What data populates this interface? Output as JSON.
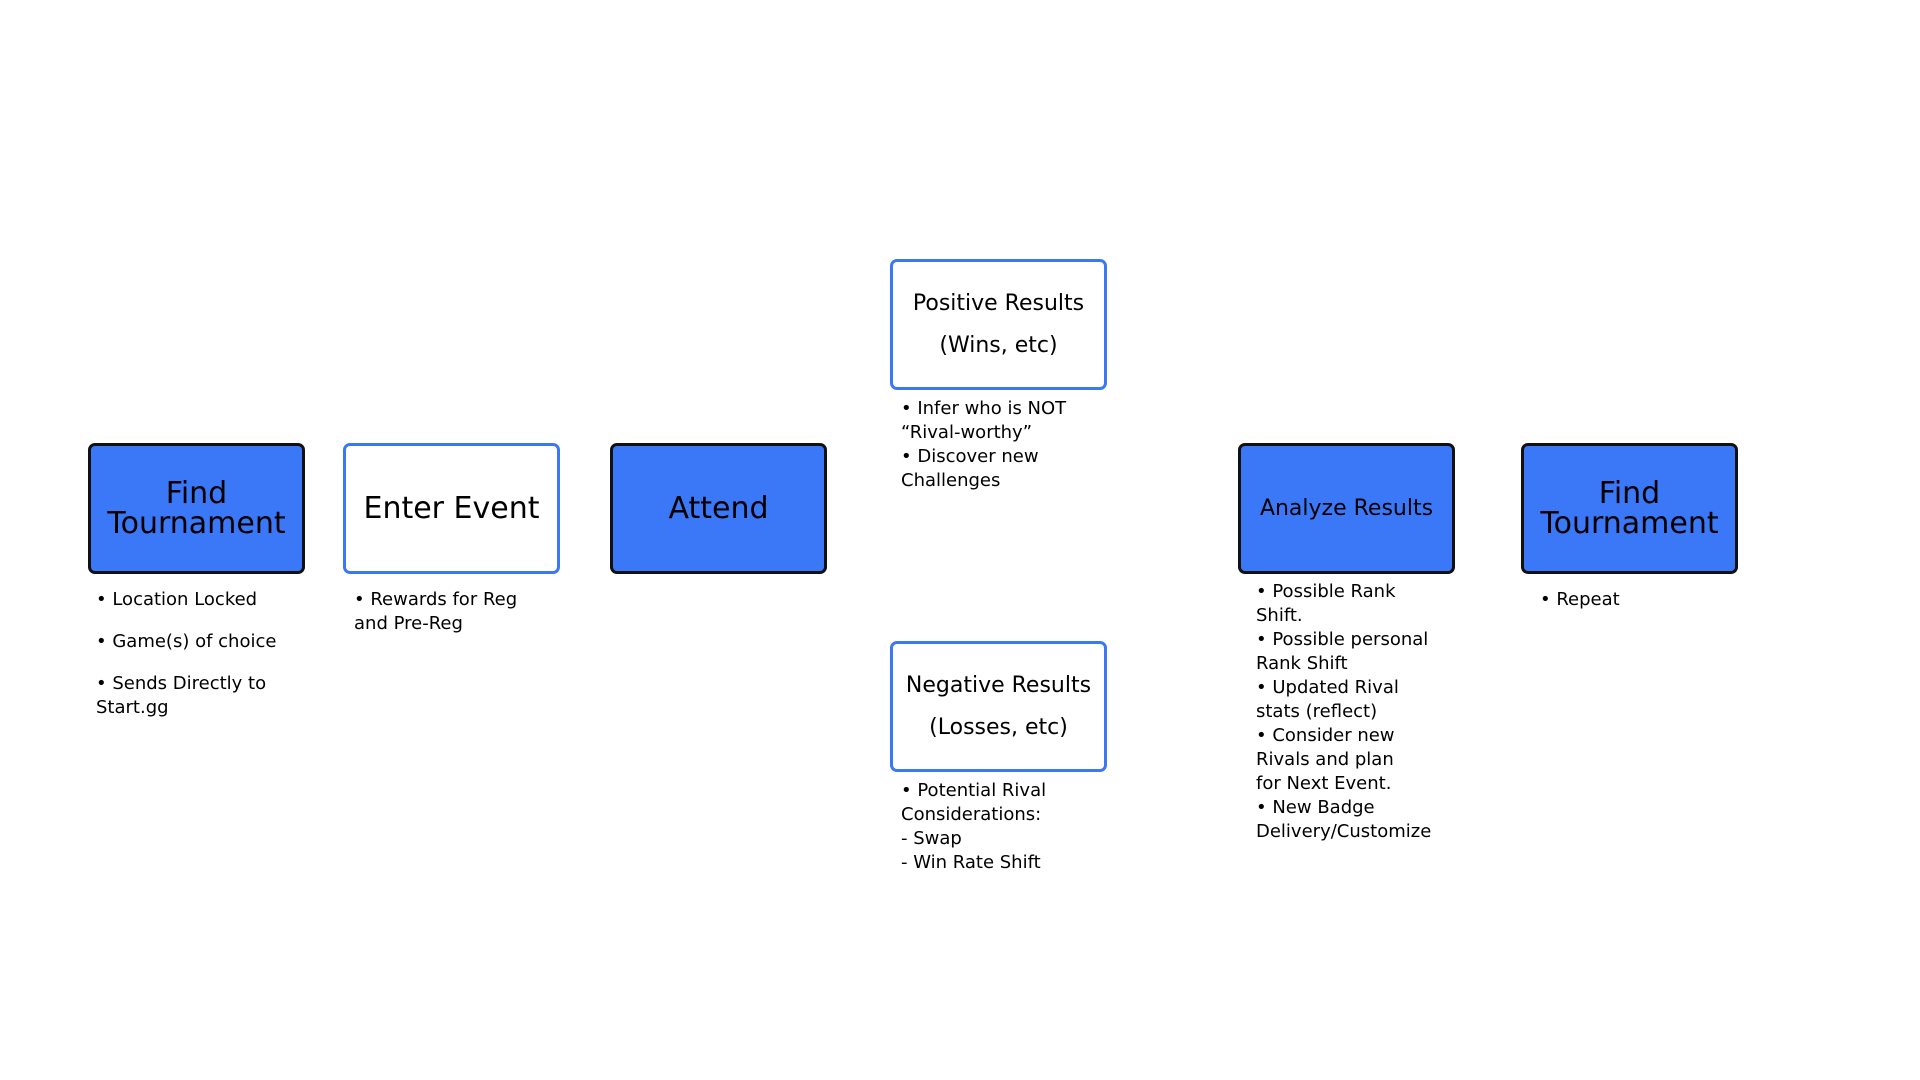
{
  "nodes": {
    "find_tournament_start": {
      "label": "Find\nTournament",
      "notes": [
        "• Location Locked",
        "• Game(s) of choice",
        "• Sends Directly to\nStart.gg"
      ]
    },
    "enter_event": {
      "label": "Enter Event",
      "notes": [
        "• Rewards for Reg\nand Pre-Reg"
      ]
    },
    "attend": {
      "label": "Attend"
    },
    "positive_results": {
      "label": "Positive Results\n(Wins, etc)",
      "notes": [
        "• Infer who is NOT\n“Rival-worthy”",
        "• Discover new\nChallenges"
      ]
    },
    "negative_results": {
      "label": "Negative Results\n(Losses, etc)",
      "notes": [
        "• Potential Rival\nConsiderations:",
        "- Swap",
        "- Win Rate Shift"
      ]
    },
    "analyze_results": {
      "label": "Analyze Results",
      "notes": [
        "• Possible Rank\nShift.",
        "• Possible personal\nRank Shift",
        "• Updated Rival\nstats (reflect)",
        "• Consider new\nRivals and plan\nfor Next Event.",
        "• New Badge\nDelivery/Customize"
      ]
    },
    "find_tournament_end": {
      "label": "Find\nTournament",
      "notes": [
        "• Repeat"
      ]
    }
  },
  "colors": {
    "accent_blue": "#3b78f7",
    "border_dark": "#111111"
  }
}
